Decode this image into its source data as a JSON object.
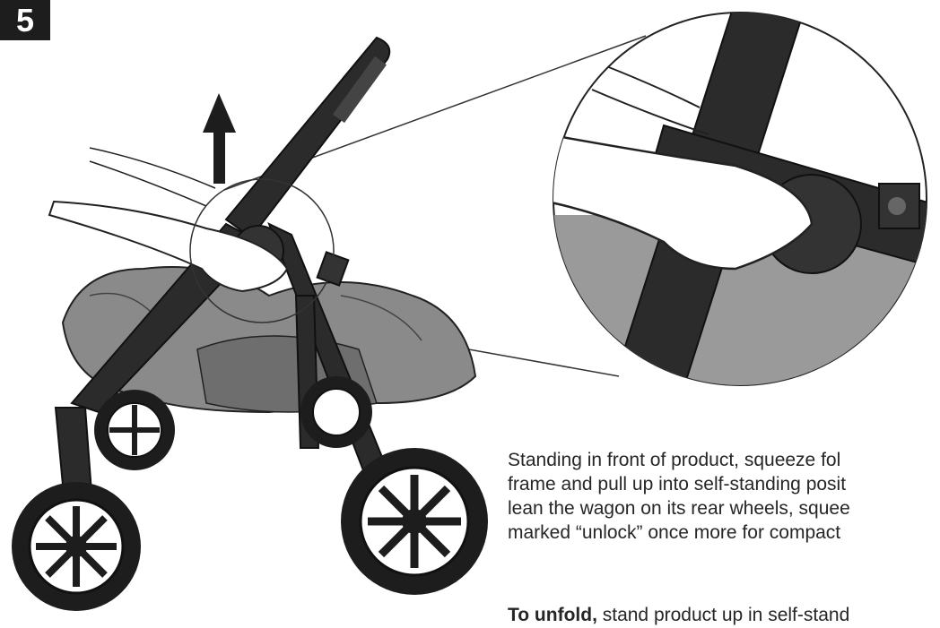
{
  "step": {
    "number": "5"
  },
  "instruction_lines": [
    "Standing in front of product, squeeze fol",
    "frame and pull up into self-standing posit",
    "lean the wagon on its rear wheels, squee",
    "marked “unlock” once more for compact"
  ],
  "unfold": {
    "label": "To unfold,",
    "text": " stand product up in self-stand"
  },
  "icons": {
    "arrow": "arrow-up-icon",
    "hand": "hand-icon",
    "magnifier": "zoom-callout-icon"
  },
  "colors": {
    "badge": "#1d1d1d",
    "frame": "#2b2b2b",
    "fabric": "#8a8a8a",
    "text": "#262626"
  }
}
